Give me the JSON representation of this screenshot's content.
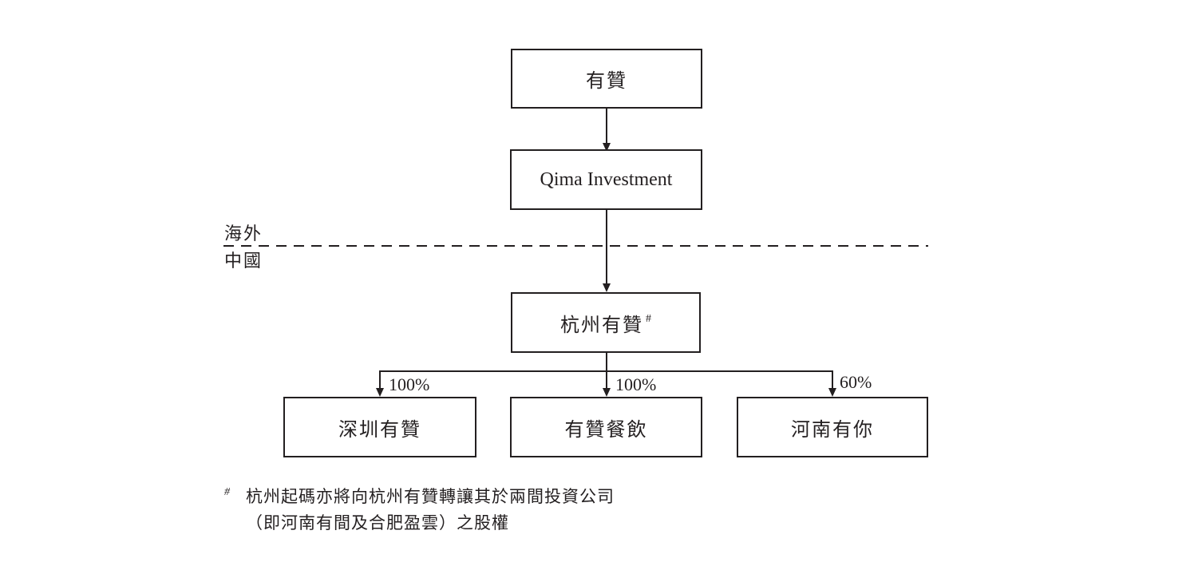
{
  "diagram": {
    "type": "corporate-structure-flowchart",
    "colors": {
      "line": "#231f20",
      "background": "#ffffff",
      "text": "#231f20"
    },
    "region_labels": {
      "overseas": "海外",
      "china": "中國"
    },
    "nodes": {
      "youzan": "有贊",
      "qima": "Qima Investment",
      "hangzhou": "杭州有贊",
      "hangzhou_footnote_marker": "#",
      "shenzhen": "深圳有贊",
      "catering": "有贊餐飲",
      "henan": "河南有你"
    },
    "ownership": {
      "shenzhen": "100%",
      "catering": "100%",
      "henan": "60%"
    },
    "footnote": {
      "marker": "#",
      "line1": "杭州起碼亦將向杭州有贊轉讓其於兩間投資公司",
      "line2": "（即河南有間及合肥盈雲）之股權"
    }
  }
}
